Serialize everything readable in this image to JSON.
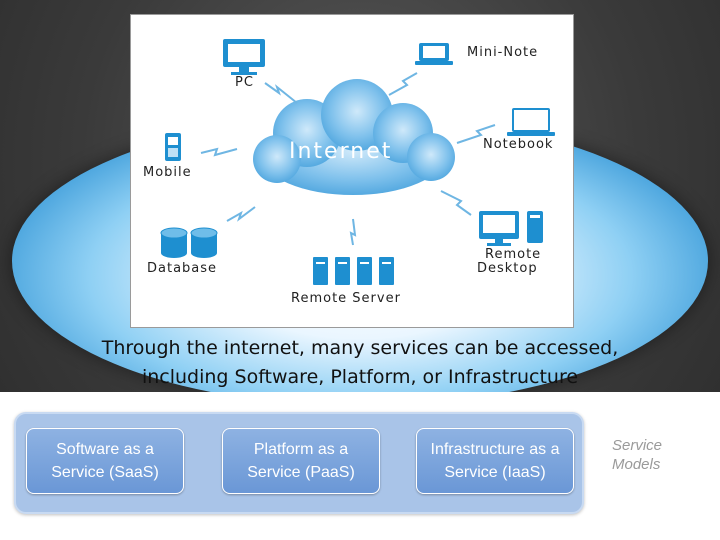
{
  "diagram": {
    "center_label": "Internet",
    "nodes": {
      "pc": "PC",
      "mini_note": "Mini-Note",
      "notebook": "Notebook",
      "mobile": "Mobile",
      "database": "Database",
      "remote_desktop": [
        "Remote",
        "Desktop"
      ],
      "remote_server": "Remote Server"
    },
    "colors": {
      "icon_blue": "#1e8fd0",
      "cloud_blue": "#7fc1ec"
    }
  },
  "caption": {
    "line1": "Through the internet, many services can be accessed,",
    "line2": "including Software, Platform, or Infrastructure"
  },
  "service_models": {
    "items": [
      {
        "line1": "Software as a",
        "line2": "Service (SaaS)"
      },
      {
        "line1": "Platform as a",
        "line2": "Service (PaaS)"
      },
      {
        "line1": "Infrastructure as a",
        "line2": "Service (IaaS)"
      }
    ],
    "side_label": [
      "Service",
      "Models"
    ]
  }
}
